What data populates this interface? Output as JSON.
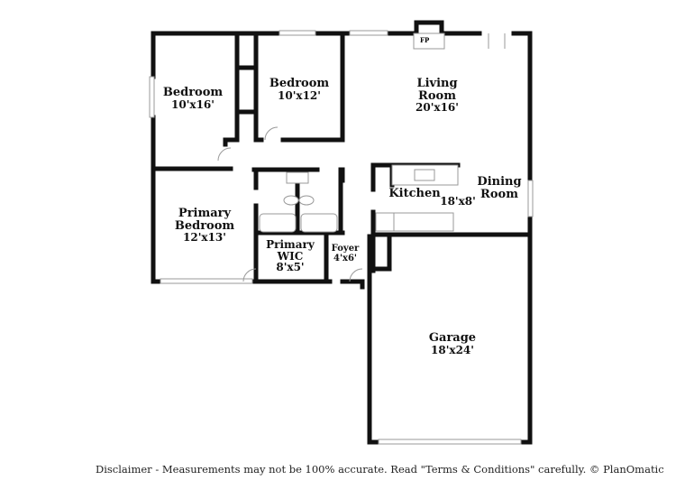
{
  "rooms": [
    {
      "name": "Bedroom",
      "dims": "10'x16'"
    },
    {
      "name": "Bedroom",
      "dims": "10'x12'"
    },
    {
      "name": "Living Room",
      "dims": "20'x16'"
    },
    {
      "name": "Dining Room",
      "dims": ""
    },
    {
      "name": "Kitchen",
      "dims": "18'x8'"
    },
    {
      "name": "Primary Bedroom",
      "dims": "12'x13'"
    },
    {
      "name": "Primary WIC",
      "dims": "8'x5'"
    },
    {
      "name": "Foyer",
      "dims": "4'x6'"
    },
    {
      "name": "Garage",
      "dims": "18'x24'"
    }
  ],
  "fireplace_label": "FP",
  "disclaimer": "Disclaimer - Measurements may not be 100% accurate. Read \"Terms & Conditions\" carefully. © PlanOmatic"
}
